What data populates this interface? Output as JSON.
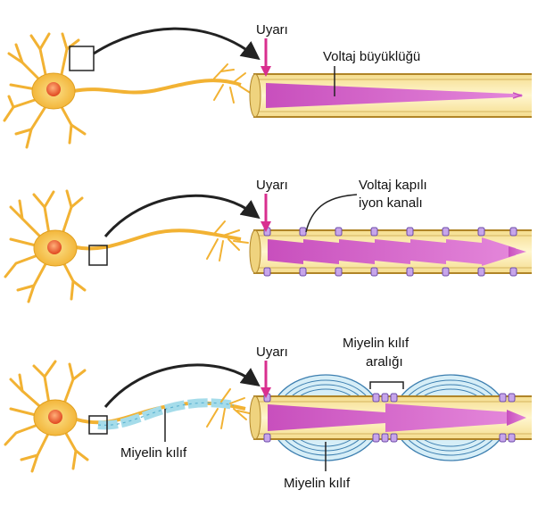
{
  "panels": [
    {
      "id": "panel-unmyelinated-passive",
      "stimulus_label": "Uyarı",
      "annotation": "Voltaj büyüklüğü"
    },
    {
      "id": "panel-unmyelinated-channels",
      "stimulus_label": "Uyarı",
      "annotation_line1": "Voltaj kapılı",
      "annotation_line2": "iyon kanalı"
    },
    {
      "id": "panel-myelinated",
      "stimulus_label": "Uyarı",
      "node_label_line1": "Miyelin kılıf",
      "node_label_line2": "aralığı",
      "sheath_label_axon": "Miyelin kılıf",
      "sheath_label_bottom": "Miyelin kılıf"
    }
  ],
  "colors": {
    "neuron": "#f2b233",
    "neuron_light": "#f8d36a",
    "nucleus": "#e8562a",
    "axon_tube": "#f7e6a3",
    "axon_edge": "#c89a35",
    "signal": "#d55fc9",
    "stimulus_arrow": "#d92f8f",
    "channel": "#8a6bc0",
    "myelin": "#7cc7e0",
    "myelin_dark": "#3d7fb0"
  }
}
